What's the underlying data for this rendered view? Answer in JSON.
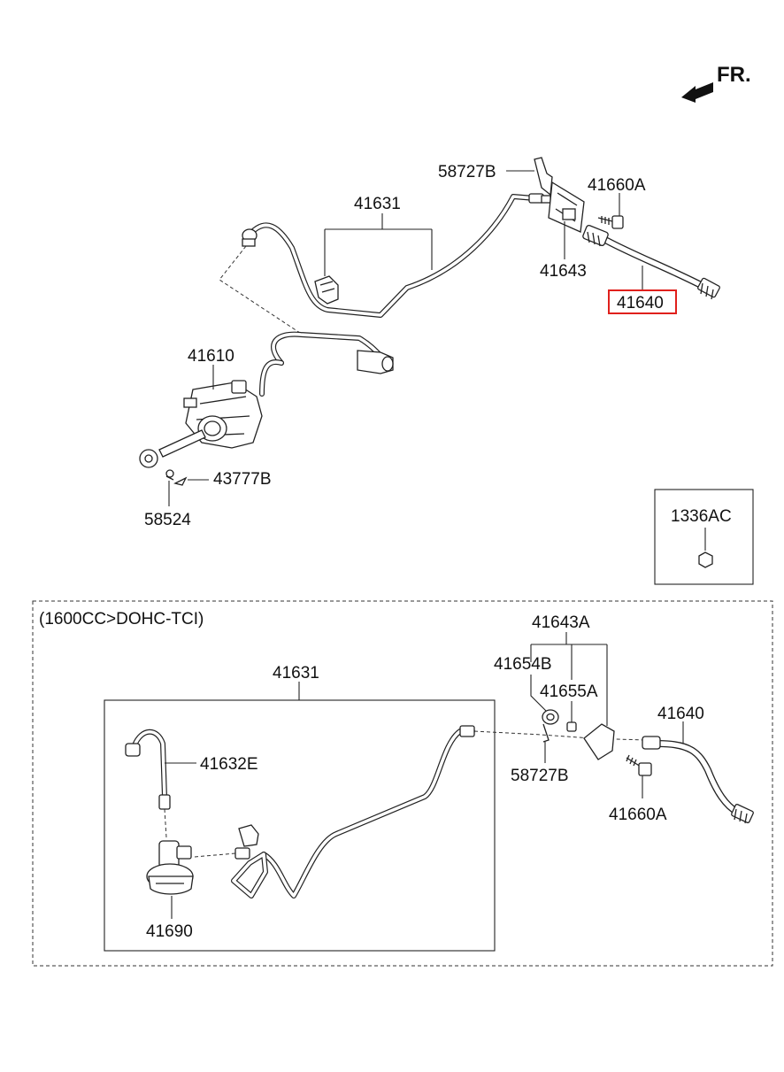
{
  "orientation": {
    "label": "FR."
  },
  "labels": {
    "p58727B_top": "58727B",
    "p41660A_top": "41660A",
    "p41631_top": "41631",
    "p41643_top": "41643",
    "p41640_top": "41640",
    "p41610": "41610",
    "p43777B": "43777B",
    "p58524": "58524",
    "p1336AC": "1336AC"
  },
  "variant_section": {
    "title": "(1600CC>DOHC-TCI)",
    "labels": {
      "p41631": "41631",
      "p41643A": "41643A",
      "p41654B": "41654B",
      "p41655A": "41655A",
      "p41640": "41640",
      "p41632E": "41632E",
      "p58727B": "58727B",
      "p41660A": "41660A",
      "p41690": "41690"
    }
  },
  "highlighted_part": "41640",
  "colors": {
    "highlight": "#e0201c",
    "line": "#222222",
    "background": "#ffffff"
  }
}
